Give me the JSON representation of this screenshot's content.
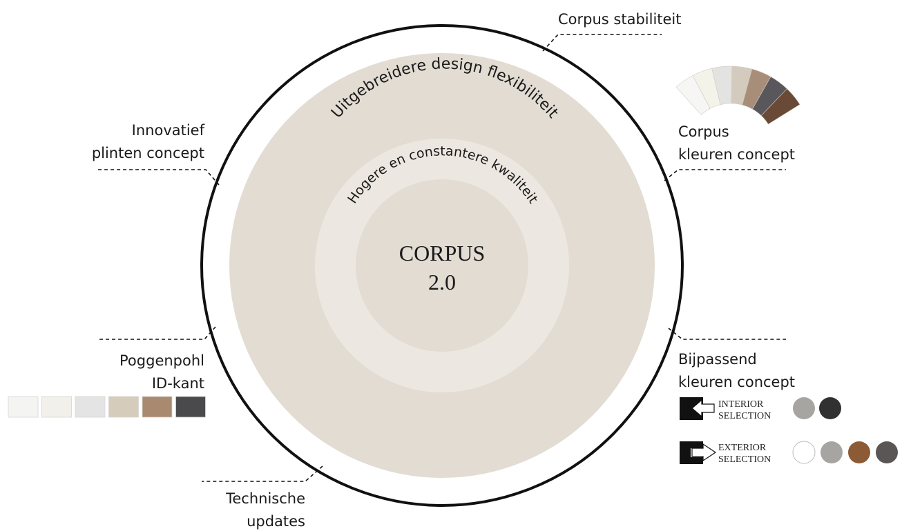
{
  "center": {
    "line1": "CORPUS",
    "line2": "2.0"
  },
  "rings": {
    "outer_text": "Uitgebreidere design flexibiliteit",
    "inner_text": "Hogere en constantere kwaliteit"
  },
  "labels": {
    "corpus_stabiliteit": "Corpus stabiliteit",
    "corpus_kleuren": [
      "Corpus",
      "kleuren concept"
    ],
    "innovatief": [
      "Innovatief",
      "plinten concept"
    ],
    "poggenpohl": [
      "Poggenpohl",
      "ID-kant"
    ],
    "technische": [
      "Technische",
      "updates"
    ],
    "bijpassend": [
      "Bijpassend",
      "kleuren concept"
    ]
  },
  "selection": {
    "interior": [
      "INTERIOR",
      "SELECTION"
    ],
    "exterior": [
      "EXTERIOR",
      "SELECTION"
    ]
  },
  "colors": {
    "ring_outer": "#e2dcd3",
    "ring_mid": "#ece8e1",
    "core": "#e2dcd3",
    "rim": "#111111",
    "fan_swatches": [
      "#f6f6f4",
      "#f4f3ea",
      "#e3e3e1",
      "#d3cbbd",
      "#a88e78",
      "#59575c",
      "#6a4a37"
    ],
    "id_swatches": [
      "#f4f4f3",
      "#f1f0ea",
      "#e4e4e4",
      "#d6ccbb",
      "#a9896f",
      "#4a4a4c"
    ],
    "interior_dots": [
      "#a7a5a2",
      "#313131"
    ],
    "exterior_dots": [
      "#ffffff",
      "#a7a5a2",
      "#8c5a34",
      "#5a5655"
    ]
  }
}
